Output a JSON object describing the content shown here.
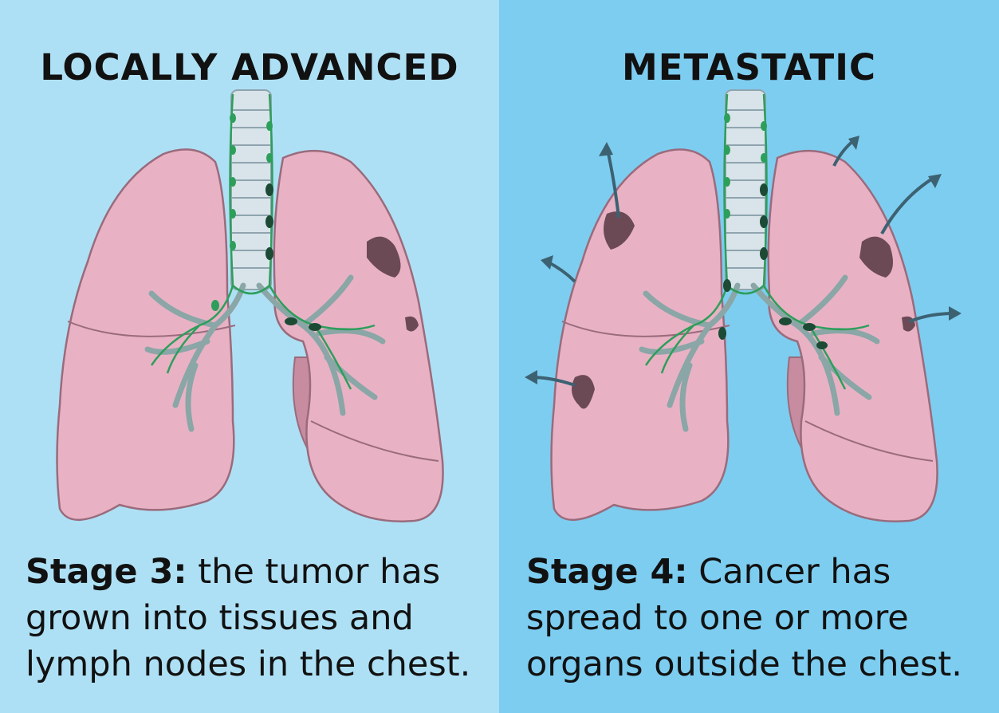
{
  "panels": [
    {
      "title": "LOCALLY ADVANCED",
      "caption_bold": "Stage 3:",
      "caption_text": " the tumor has grown into tissues and lymph nodes in the chest.",
      "background": "#aee0f5"
    },
    {
      "title": "METASTATIC",
      "caption_bold": "Stage 4:",
      "caption_text": " Cancer has spread to one or more organs outside the chest.",
      "background": "#7dcdf0"
    }
  ],
  "colors": {
    "lung": "#e8b2c4",
    "lung_outline": "#9a6b7c",
    "lymph": "#2e9e5b",
    "tumor": "#6b4a55",
    "arrow": "#3c6272",
    "trachea": "#d8e4ea"
  }
}
